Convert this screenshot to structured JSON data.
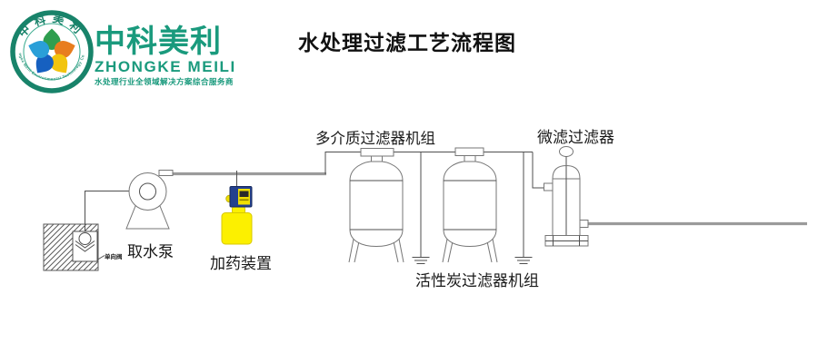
{
  "logo": {
    "emblem": {
      "top_text": "中科美利",
      "bottom_text": "Zhongke Meili Environmental Technology Co.,Ltd"
    },
    "brand_cn": "中科美利",
    "brand_en": "ZHONGKE MEILI",
    "tagline": "水处理行业全领域解决方案综合服务商",
    "colors": {
      "green": "#1a9a7d",
      "ring_green": "#18836a",
      "petal_green": "#2f9e4f",
      "petal_orange": "#e87d1e",
      "petal_yellow": "#f2c40e",
      "petal_blue": "#1660c0",
      "petal_lightblue": "#2a9fd8"
    }
  },
  "title": "水处理过滤工艺流程图",
  "diagram": {
    "labels": {
      "check_valve": "单向阀",
      "intake_pump": "取水泵",
      "dosing_device": "加药装置",
      "multimedia_filter_unit": "多介质过滤器机组",
      "activated_carbon_filter_unit": "活性炭过滤器机组",
      "micro_filter": "微滤过滤器"
    },
    "colors": {
      "pipe_gray": "#9b9b9b",
      "line_dark": "#4f4f4f",
      "dosing_tank_yellow": "#fcf000",
      "dosing_pump_blue": "#24418e"
    }
  }
}
